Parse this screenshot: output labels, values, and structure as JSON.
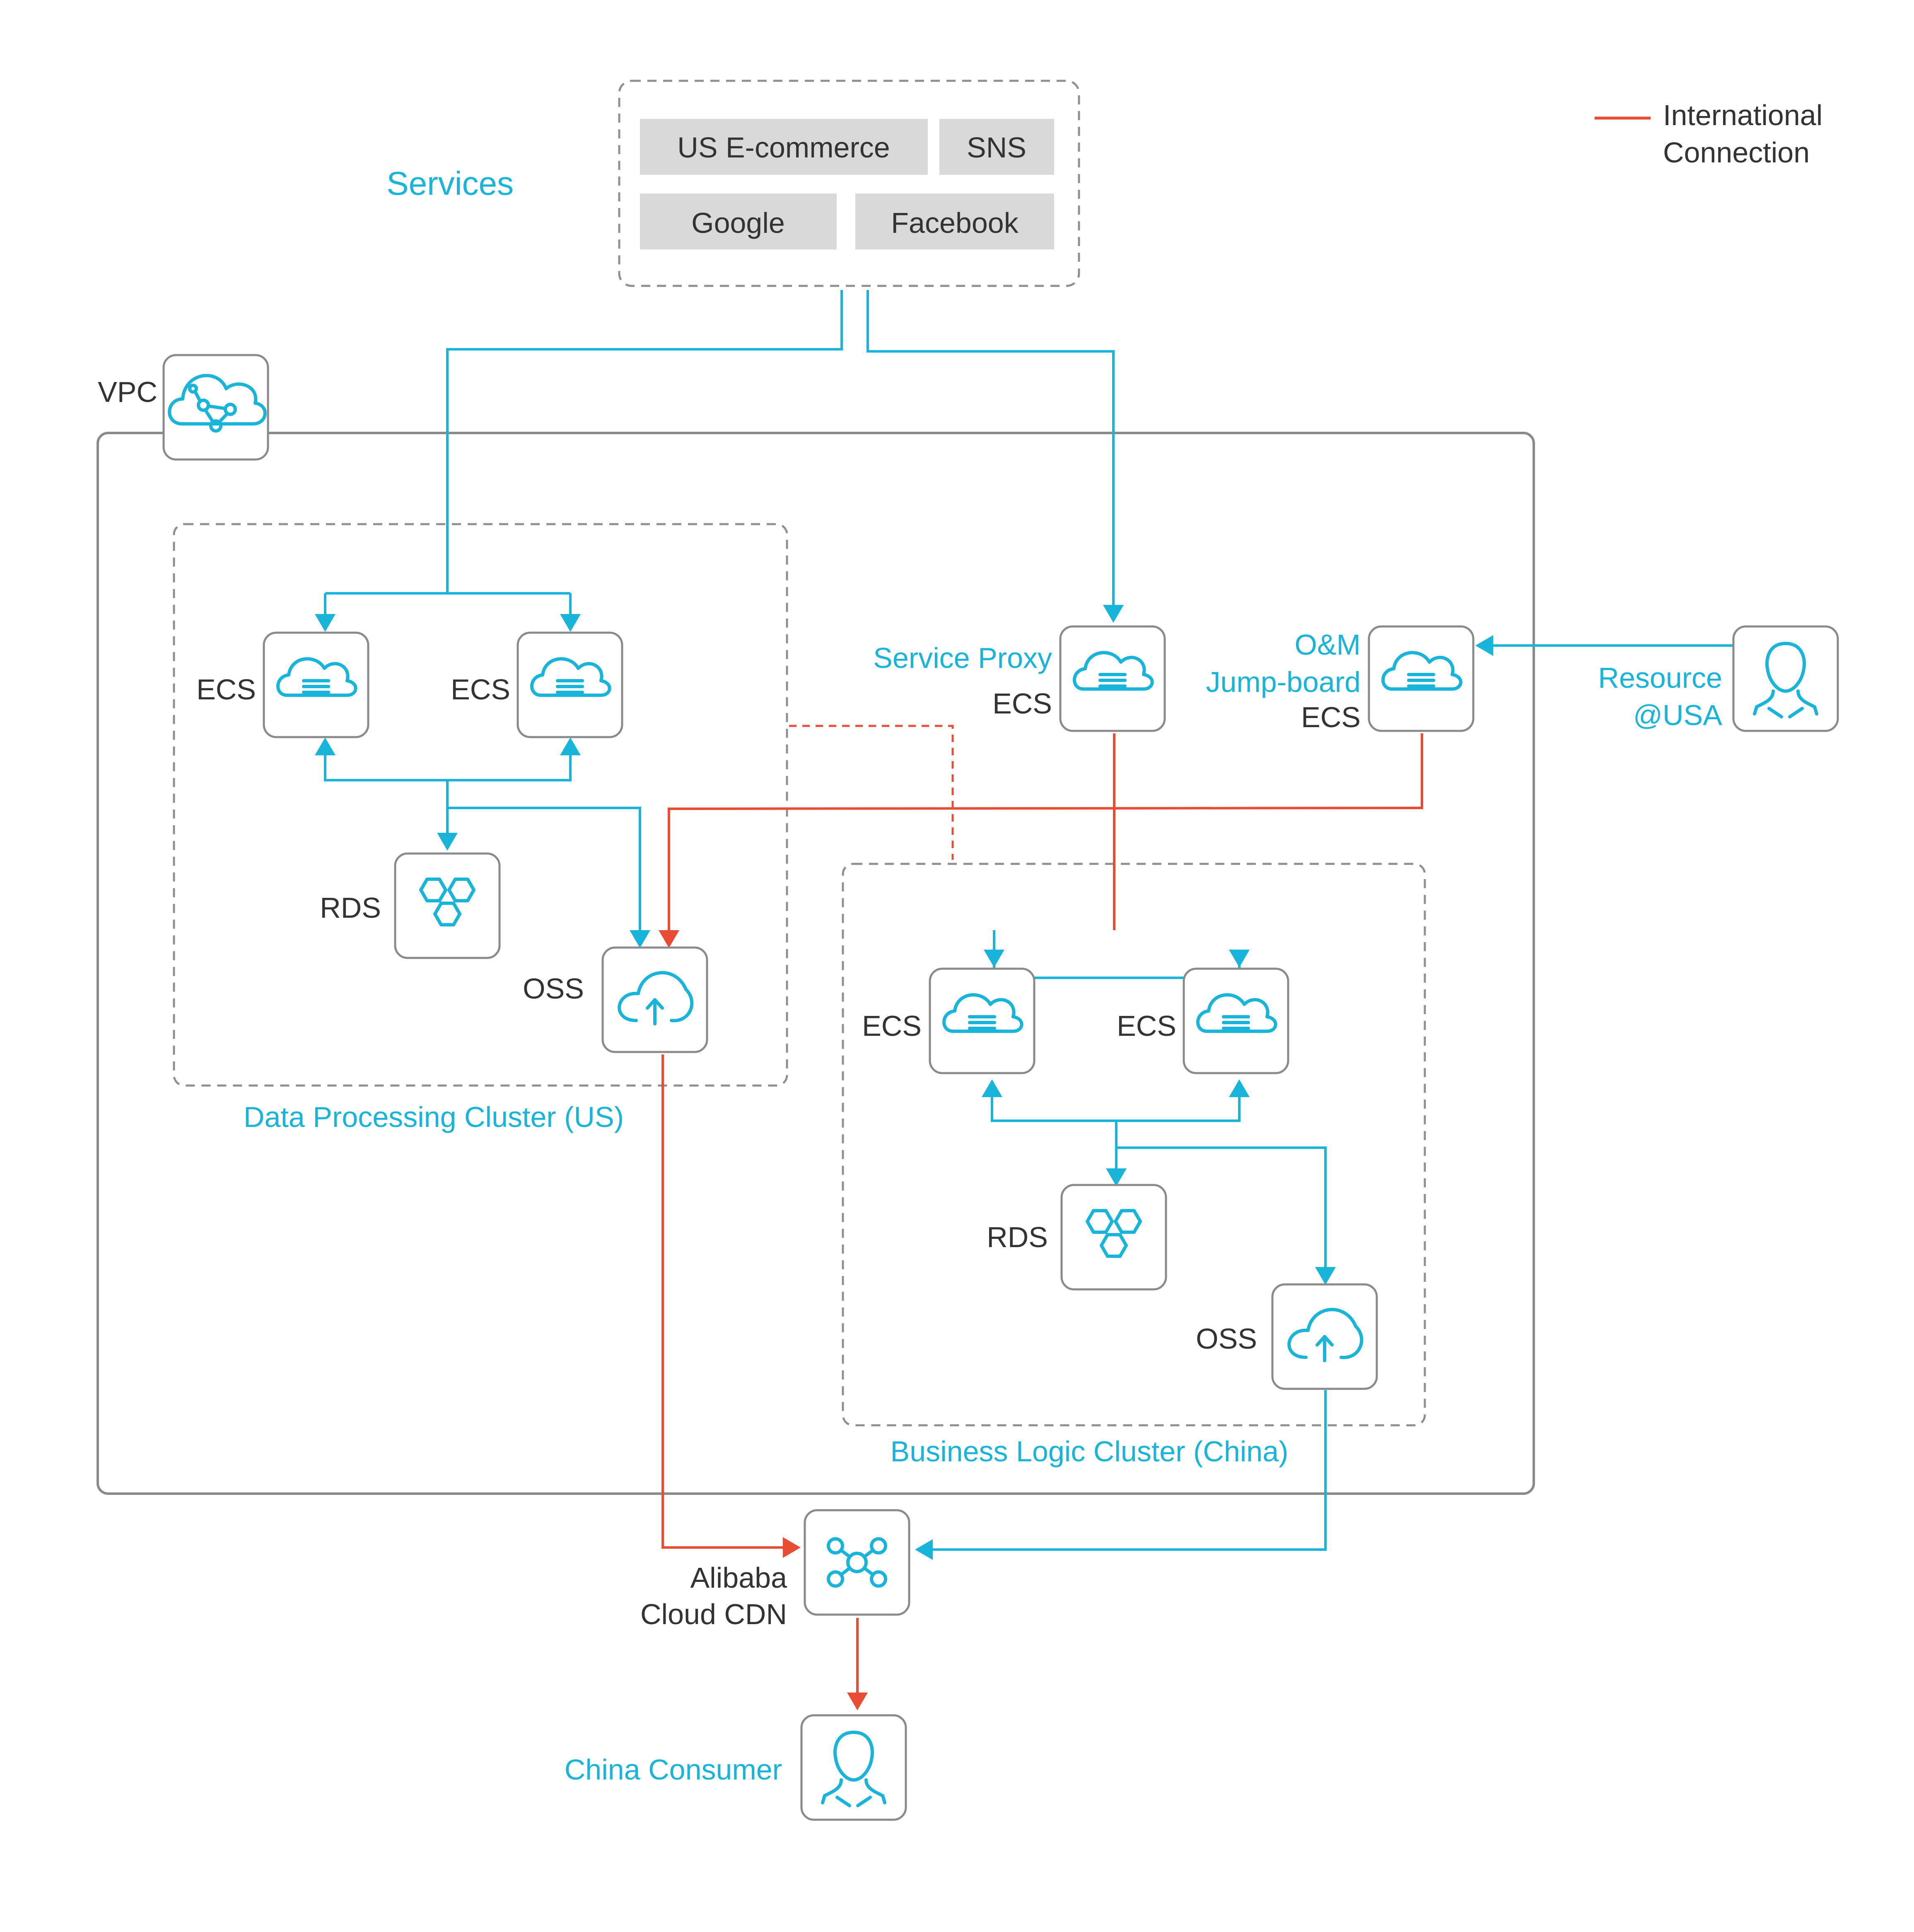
{
  "legend": {
    "label_line1": "International",
    "label_line2": "Connection"
  },
  "services": {
    "title": "Services",
    "items": [
      "US E-commerce",
      "SNS",
      "Google",
      "Facebook"
    ]
  },
  "vpc": {
    "label": "VPC"
  },
  "us_cluster": {
    "title": "Data Processing Cluster (US)",
    "ecs_left": "ECS",
    "ecs_right": "ECS",
    "rds": "RDS",
    "oss": "OSS"
  },
  "china_cluster": {
    "title": "Business Logic Cluster (China)",
    "ecs_left": "ECS",
    "ecs_right": "ECS",
    "rds": "RDS",
    "oss": "OSS"
  },
  "service_proxy": {
    "name": "Service Proxy",
    "type": "ECS"
  },
  "jump_board": {
    "line1": "O&M",
    "line2": "Jump-board",
    "type": "ECS"
  },
  "resource": {
    "line1": "Resource",
    "line2": "@USA"
  },
  "cdn": {
    "line1": "Alibaba",
    "line2": "Cloud CDN"
  },
  "consumer": {
    "label": "China Consumer"
  },
  "colors": {
    "accent_blue": "#19b4da",
    "international_red": "#e84d33",
    "border_gray": "#8a8a8a",
    "service_box_gray": "#d9d9d9"
  },
  "icons": [
    "vpc-icon",
    "ecs-icon",
    "rds-icon",
    "oss-icon",
    "cdn-icon",
    "user-icon"
  ]
}
